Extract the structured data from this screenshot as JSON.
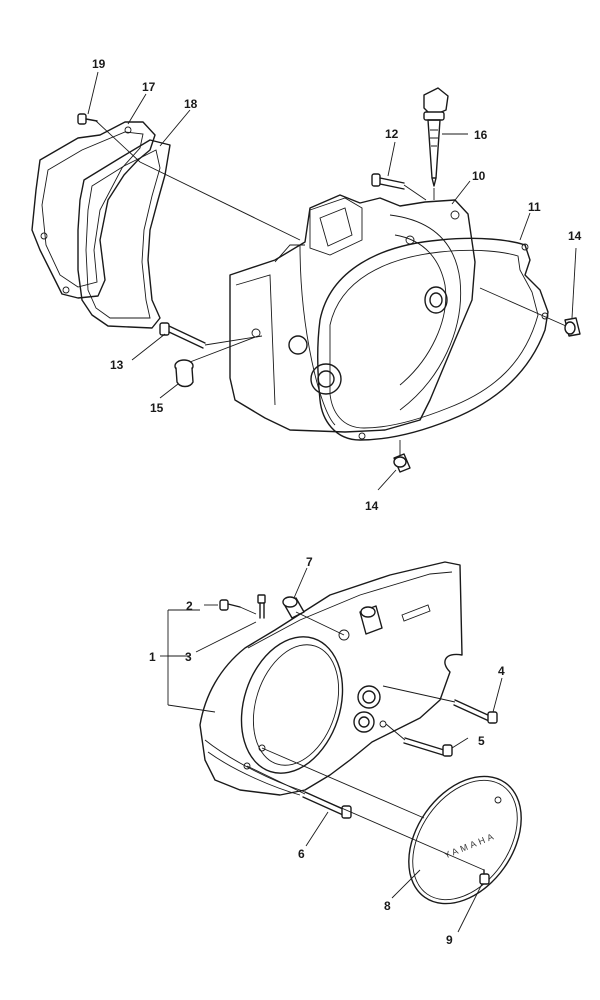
{
  "diagram": {
    "cover_brand_text": "YAMAHA",
    "callouts": {
      "c1": "1",
      "c2": "2",
      "c3": "3",
      "c4": "4",
      "c5": "5",
      "c6": "6",
      "c7": "7",
      "c8": "8",
      "c9": "9",
      "c10": "10",
      "c11": "11",
      "c12": "12",
      "c13": "13",
      "c14a": "14",
      "c14b": "14",
      "c15": "15",
      "c16": "16",
      "c17": "17",
      "c18": "18",
      "c19": "19"
    }
  }
}
